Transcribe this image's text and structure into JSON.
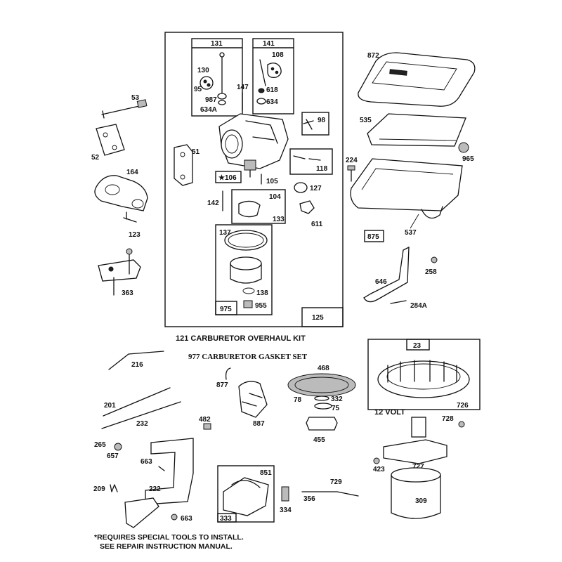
{
  "captions": {
    "overhaul_kit": "121 CARBURETOR OVERHAUL KIT",
    "gasket_set": "977 CARBURETOR GASKET SET",
    "twelve_volt": "12 VOLT",
    "note_line1": "*REQUIRES SPECIAL TOOLS TO INSTALL.",
    "note_line2": "SEE REPAIR INSTRUCTION MANUAL."
  },
  "parts": {
    "p131": "131",
    "p141": "141",
    "p130": "130",
    "p95": "95",
    "p987": "987",
    "p634a": "634A",
    "p108": "108",
    "p618": "618",
    "p634": "634",
    "p147": "147",
    "p98": "98",
    "p51": "51",
    "p118": "118",
    "p106": "★106",
    "p105": "105",
    "p127": "127",
    "p142": "142",
    "p104": "104",
    "p133": "133",
    "p611": "611",
    "p137": "137",
    "p138": "138",
    "p955": "955",
    "p975": "975",
    "p125": "125",
    "p53": "53",
    "p52": "52",
    "p164": "164",
    "p123": "123",
    "p363": "363",
    "p872": "872",
    "p535": "535",
    "p224": "224",
    "p965": "965",
    "p875": "875",
    "p537": "537",
    "p646": "646",
    "p258": "258",
    "p284a": "284A",
    "p216": "216",
    "p877": "877",
    "p468": "468",
    "p78": "78",
    "p332": "332",
    "p75": "75",
    "p23": "23",
    "p726": "726",
    "p201": "201",
    "p232": "232",
    "p482": "482",
    "p887": "887",
    "p455": "455",
    "p728": "728",
    "p265": "265",
    "p657": "657",
    "p663a": "663",
    "p209": "209",
    "p222": "222",
    "p663b": "663",
    "p851": "851",
    "p333": "333",
    "p334": "334",
    "p729": "729",
    "p356": "356",
    "p423": "423",
    "p727": "727",
    "p309": "309"
  }
}
